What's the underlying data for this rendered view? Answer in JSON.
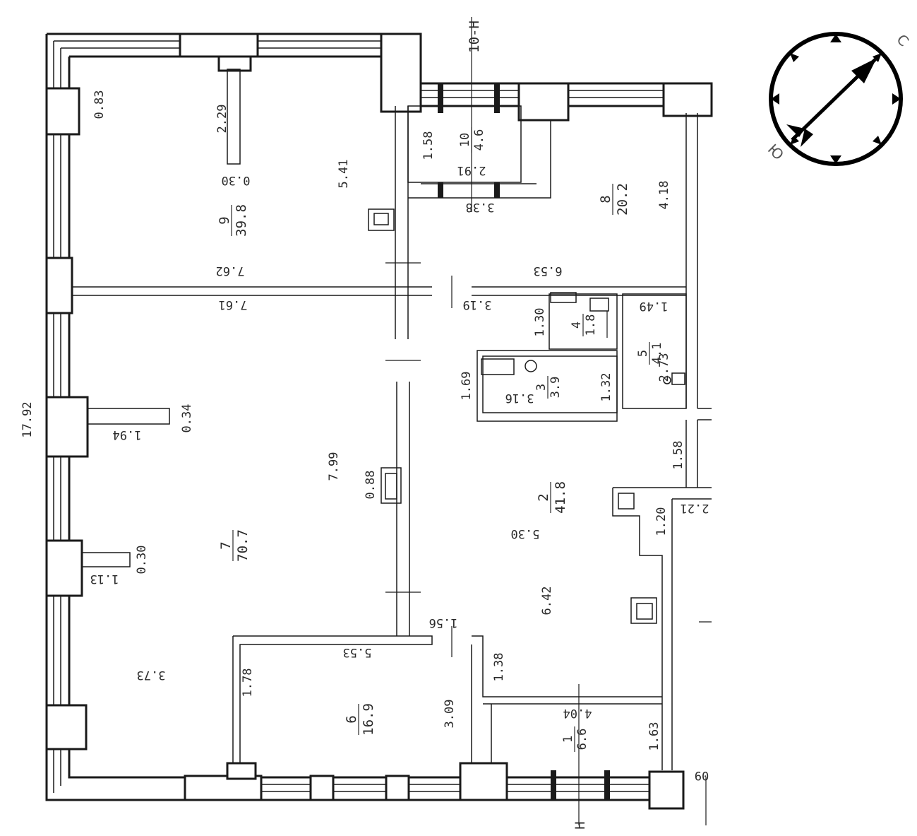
{
  "axes": {
    "top": "10-H",
    "bottom": "H"
  },
  "rooms": [
    {
      "num": "9",
      "area": "39.8"
    },
    {
      "num": "10",
      "area": "4.6"
    },
    {
      "num": "8",
      "area": "20.2"
    },
    {
      "num": "7",
      "area": "70.7"
    },
    {
      "num": "4",
      "area": "1.8"
    },
    {
      "num": "5",
      "area": "4.1"
    },
    {
      "num": "3",
      "area": "3.9"
    },
    {
      "num": "2",
      "area": "41.8"
    },
    {
      "num": "6",
      "area": "16.9"
    },
    {
      "num": "1",
      "area": "6.6"
    }
  ],
  "dimensions": {
    "d_0_83": "0.83",
    "d_2_29": "2.29",
    "d_0_30a": "0.30",
    "d_5_41": "5.41",
    "d_7_62": "7.62",
    "d_7_61": "7.61",
    "d_1_58a": "1.58",
    "d_2_91": "2.91",
    "d_3_38": "3.38",
    "d_4_18": "4.18",
    "d_6_53": "6.53",
    "d_3_19": "3.19",
    "d_1_30": "1.30",
    "d_1_49": "1.49",
    "d_2_73": "2.73",
    "d_1_69": "1.69",
    "d_3_16": "3.16",
    "d_1_32": "1.32",
    "d_17_92": "17.92",
    "d_1_94": "1.94",
    "d_0_34": "0.34",
    "d_7_99": "7.99",
    "d_0_88": "0.88",
    "d_1_58b": "1.58",
    "d_2_21": "2.21",
    "d_1_20": "1.20",
    "d_5_30": "5.30",
    "d_1_13": "1.13",
    "d_0_30b": "0.30",
    "d_6_42": "6.42",
    "d_1_56": "1.56",
    "d_5_53": "5.53",
    "d_1_38": "1.38",
    "d_3_73": "3.73",
    "d_1_78": "1.78",
    "d_3_09": "3.09",
    "d_4_04": "4.04",
    "d_1_63": "1.63",
    "d_0_9": "09"
  },
  "compass": {
    "letter_n": "C",
    "letter_s": "Ю"
  }
}
